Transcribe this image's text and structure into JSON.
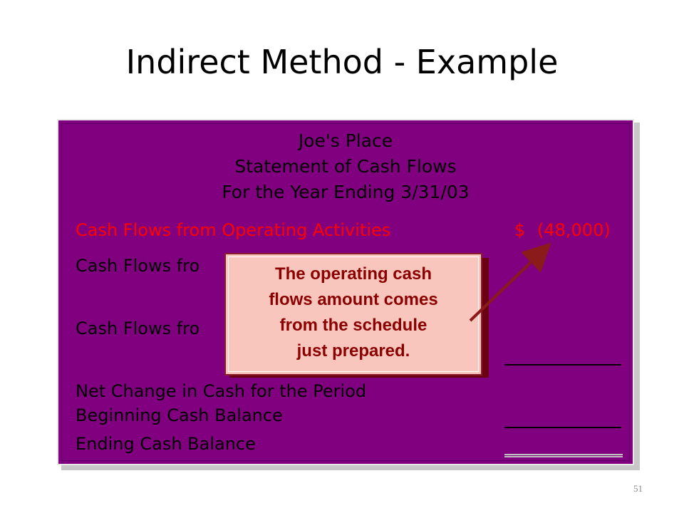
{
  "slide": {
    "title": "Indirect Method - Example",
    "page_number": "51"
  },
  "statement": {
    "heading_lines": [
      "Joe's Place",
      "Statement of Cash Flows",
      "For the Year Ending 3/31/03"
    ],
    "operating_label": "Cash Flows from Operating Activities",
    "operating_currency": "$",
    "operating_amount": "(48,000)",
    "investing_label_visible": "Cash Flows fro",
    "financing_label_visible": "Cash Flows fro",
    "net_change_label": "Net Change in Cash for the Period",
    "beginning_label": "Beginning Cash Balance",
    "ending_label": "Ending Cash Balance"
  },
  "callout": {
    "lines": [
      "The operating cash",
      "flows amount comes",
      "from the schedule",
      "just prepared."
    ]
  },
  "colors": {
    "panel": "#800080",
    "highlight": "#ff0000",
    "callout_fill": "#f9c6bd",
    "callout_text": "#8b0000",
    "arrow": "#8b1a1a"
  }
}
